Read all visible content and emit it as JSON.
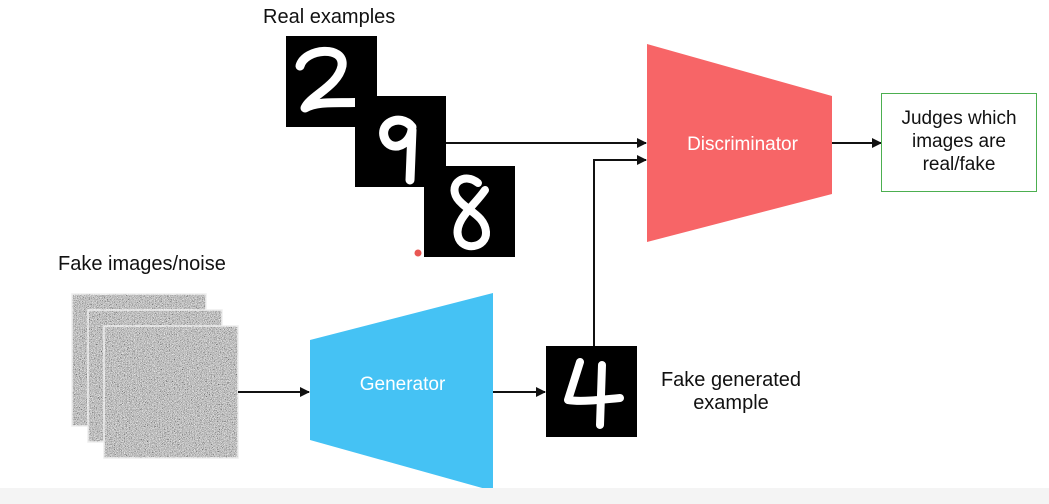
{
  "labels": {
    "real_examples": "Real examples",
    "fake_noise": "Fake images/noise",
    "fake_generated": "Fake generated example",
    "judge_text": "Judges which images are real/fake"
  },
  "blocks": {
    "discriminator": "Discriminator",
    "generator": "Generator"
  },
  "colors": {
    "discriminator": "#f76567",
    "generator": "#45c2f4",
    "judge_border": "#4caf50",
    "arrow": "#111111"
  },
  "real_digits": [
    "2",
    "9",
    "8"
  ],
  "fake_digit": "4"
}
